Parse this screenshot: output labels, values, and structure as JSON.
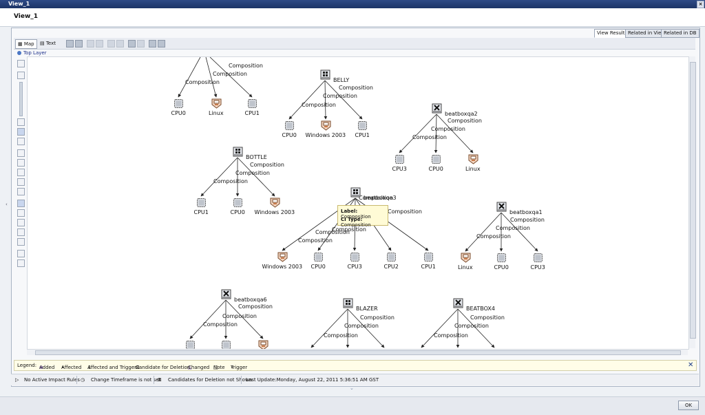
{
  "window": {
    "title": "View_1",
    "view_title": "View_1"
  },
  "tabs": [
    "View Results",
    "Related in View",
    "Related in DB"
  ],
  "toolbar": {
    "map_label": "Map",
    "text_label": "Text"
  },
  "top_layer": "Top Layer",
  "nodes": [
    {
      "label": "CPU0",
      "type": "cpu"
    },
    {
      "label": "Linux",
      "type": "linux"
    },
    {
      "label": "CPU1",
      "type": "cpu"
    },
    {
      "label": "BELLY",
      "type": "windows"
    },
    {
      "label": "CPU0",
      "type": "cpu"
    },
    {
      "label": "Windows 2003",
      "type": "os"
    },
    {
      "label": "CPU1",
      "type": "cpu"
    },
    {
      "label": "beatboxqa2",
      "type": "unix"
    },
    {
      "label": "CPU3",
      "type": "cpu"
    },
    {
      "label": "CPU0",
      "type": "cpu"
    },
    {
      "label": "Linux",
      "type": "linux"
    },
    {
      "label": "BOTTLE",
      "type": "windows"
    },
    {
      "label": "CPU1",
      "type": "cpu"
    },
    {
      "label": "CPU0",
      "type": "cpu"
    },
    {
      "label": "Windows 2003",
      "type": "os"
    },
    {
      "label": "beatboxqa3",
      "type": "windows"
    },
    {
      "label": "Windows 2003",
      "type": "os"
    },
    {
      "label": "CPU0",
      "type": "cpu"
    },
    {
      "label": "CPU3",
      "type": "cpu"
    },
    {
      "label": "CPU2",
      "type": "cpu"
    },
    {
      "label": "CPU1",
      "type": "cpu"
    },
    {
      "label": "beatboxqa1",
      "type": "unix"
    },
    {
      "label": "Linux",
      "type": "linux"
    },
    {
      "label": "CPU0",
      "type": "cpu"
    },
    {
      "label": "CPU3",
      "type": "cpu"
    },
    {
      "label": "beatboxqa6",
      "type": "unix"
    },
    {
      "label": "",
      "type": "cpu"
    },
    {
      "label": "",
      "type": "cpu"
    },
    {
      "label": "",
      "type": "linux"
    },
    {
      "label": "BLAZER",
      "type": "windows"
    },
    {
      "label": "",
      "type": "os"
    },
    {
      "label": "",
      "type": "cpu"
    },
    {
      "label": "",
      "type": "cpu"
    },
    {
      "label": "BEATBOX4",
      "type": "unix"
    },
    {
      "label": "",
      "type": "cpu"
    },
    {
      "label": "",
      "type": "os"
    },
    {
      "label": "",
      "type": "cpu"
    }
  ],
  "edge_label": "Composition",
  "tooltip": {
    "label_key": "Label:",
    "label_val": "Composition",
    "type_key": "CI Type:",
    "type_val": "Composition"
  },
  "legend": {
    "title": "Legend:",
    "items": [
      "Added",
      "Affected",
      "Affected and Trigger",
      "Candidate for Deletion",
      "Changed",
      "Note",
      "Trigger"
    ]
  },
  "status": {
    "impact_rules": "No Active Impact Rules",
    "timeframe": "Change Timeframe is not set",
    "candidates": "Candidates for Deletion not Shown",
    "last_update": "Last Update:Monday, August 22, 2011 5:36:51 AM GST"
  },
  "ok_label": "OK",
  "colors": {
    "title_bar": "#1c3466",
    "accent": "#4a76c4",
    "tooltip_bg": "#fffbd6"
  }
}
